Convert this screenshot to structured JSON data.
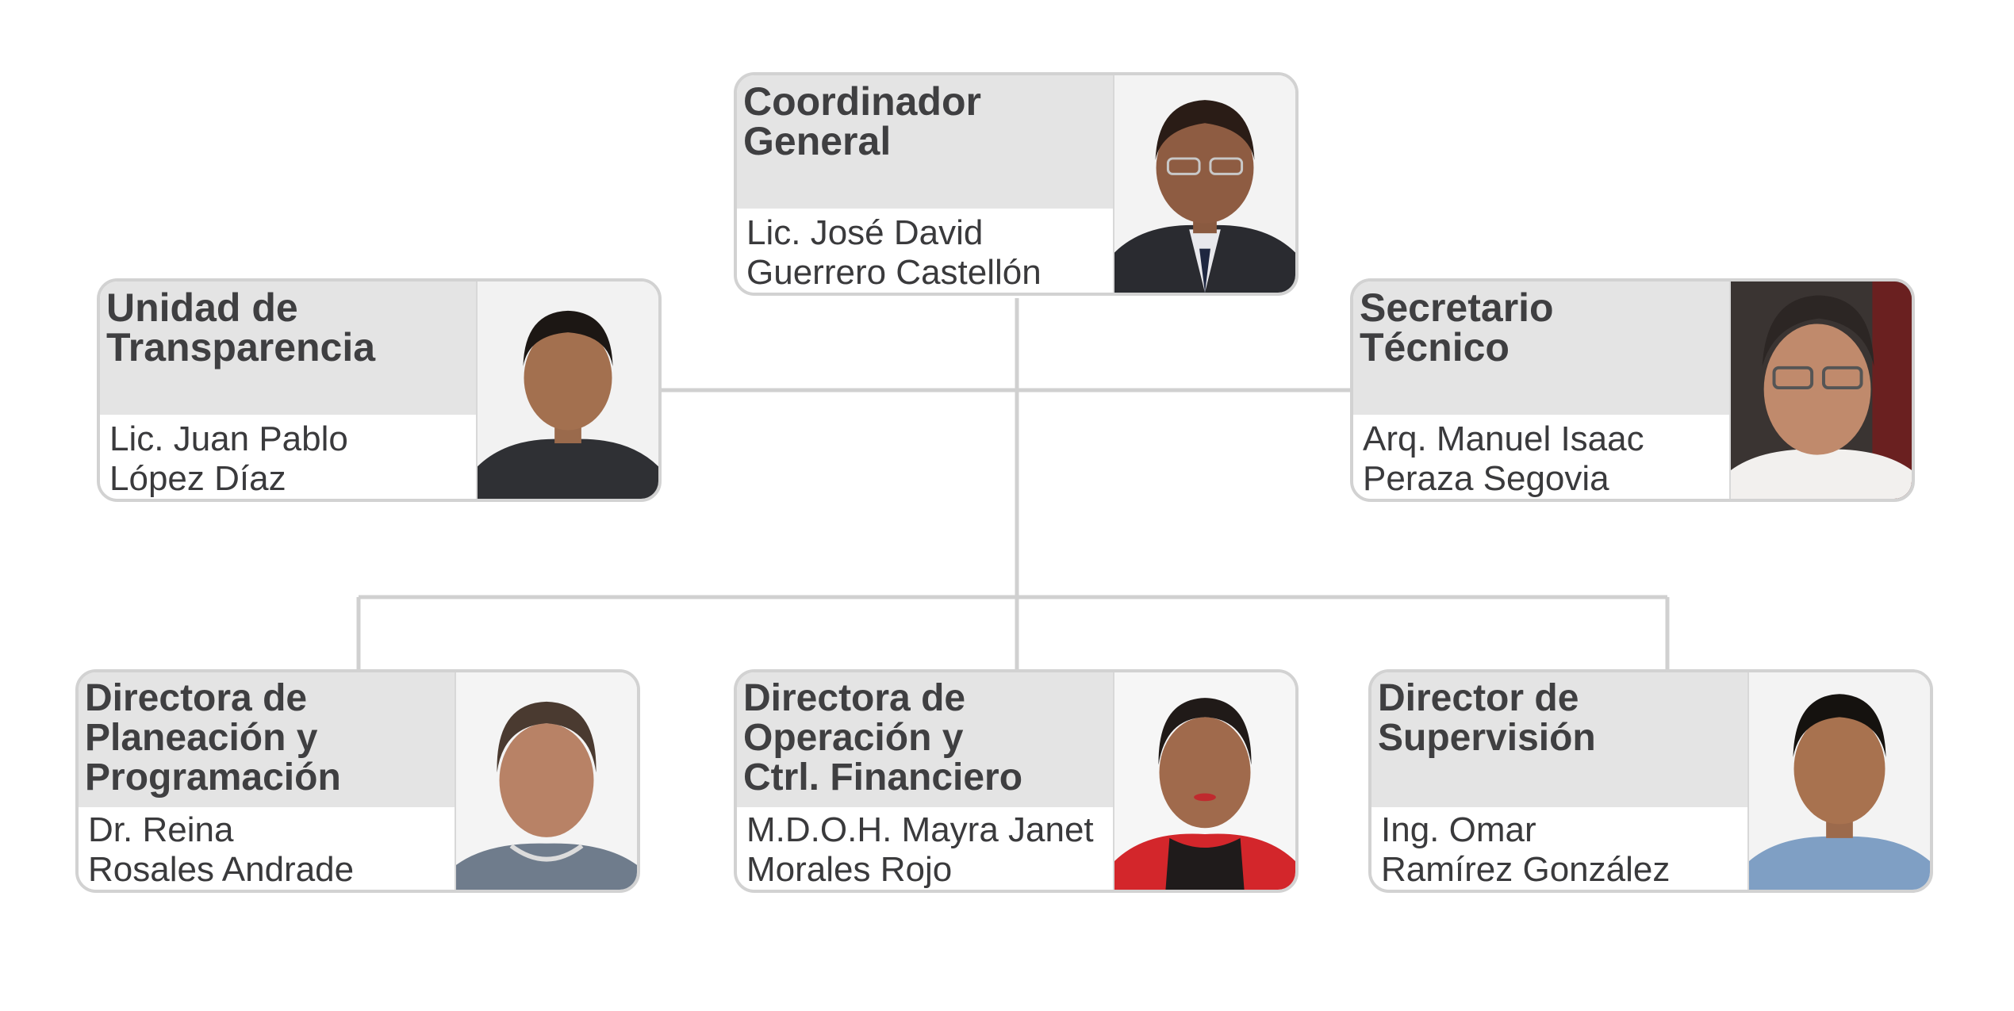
{
  "org_chart": {
    "coordinador": {
      "title_lines": [
        "Coordinador",
        "General"
      ],
      "name_lines": [
        "Lic. José David",
        "Guerrero Castellón"
      ]
    },
    "transparencia": {
      "title_lines": [
        "Unidad de",
        "Transparencia"
      ],
      "name_lines": [
        "Lic. Juan Pablo",
        "López Díaz"
      ]
    },
    "secretario": {
      "title_lines": [
        "Secretario",
        "Técnico"
      ],
      "name_lines": [
        "Arq. Manuel Isaac",
        "Peraza Segovia"
      ]
    },
    "planeacion": {
      "title_lines": [
        "Directora de",
        "Planeación y",
        "Programación"
      ],
      "name_lines": [
        "Dr. Reina",
        "Rosales Andrade"
      ]
    },
    "operacion": {
      "title_lines": [
        "Directora de",
        "Operación y",
        "Ctrl. Financiero"
      ],
      "name_lines": [
        "M.D.O.H. Mayra Janet",
        "Morales Rojo"
      ]
    },
    "supervision": {
      "title_lines": [
        "Director de",
        "Supervisión"
      ],
      "name_lines": [
        "Ing. Omar",
        "Ramírez González"
      ]
    }
  },
  "colors": {
    "connector": "#d0d0d0",
    "card_border": "#d2d2d2",
    "title_background": "#e4e4e4",
    "title_text": "#3f3f41",
    "name_text": "#3a3a3c"
  }
}
